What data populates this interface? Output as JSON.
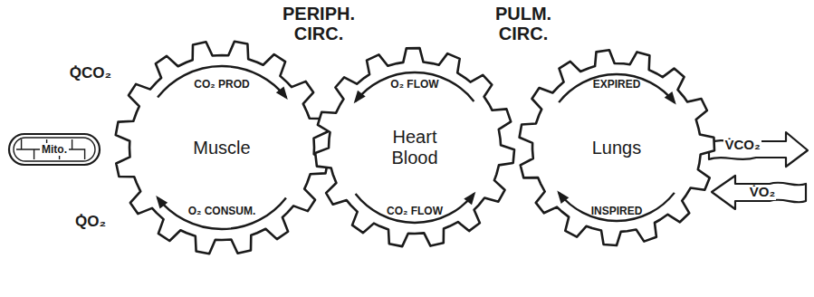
{
  "diagram": {
    "nodes": [
      {
        "text": [
          "Mito."
        ]
      },
      {
        "text": [
          "Muscle",
          "CO₂ PROD",
          "O₂ CONSUM."
        ]
      },
      {
        "text": [
          "Heart Blood",
          "O₂ FLOW",
          "CO₂ FLOW"
        ]
      },
      {
        "text": [
          "Lungs",
          "EXPIRED",
          "INSPIRED"
        ]
      }
    ],
    "labels": [
      "PERIPH. CIRC.",
      "PULM. CIRC.",
      "Q̇CO₂",
      "Q̇O₂",
      "V̇CO₂",
      "V̇O₂"
    ]
  }
}
